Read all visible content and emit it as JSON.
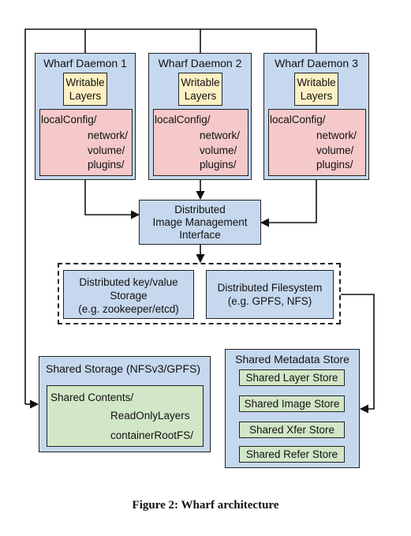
{
  "daemons": [
    {
      "title": "Wharf Daemon 1",
      "writable": [
        "Writable",
        "Layers"
      ],
      "config_root": "localConfig/",
      "config_items": [
        "network/",
        "volume/",
        "plugins/"
      ]
    },
    {
      "title": "Wharf Daemon 2",
      "writable": [
        "Writable",
        "Layers"
      ],
      "config_root": "localConfig/",
      "config_items": [
        "network/",
        "volume/",
        "plugins/"
      ]
    },
    {
      "title": "Wharf Daemon 3",
      "writable": [
        "Writable",
        "Layers"
      ],
      "config_root": "localConfig/",
      "config_items": [
        "network/",
        "volume/",
        "plugins/"
      ]
    }
  ],
  "interface": {
    "lines": [
      "Distributed",
      "Image Management",
      "Interface"
    ]
  },
  "kv_storage": {
    "lines": [
      "Distributed key/value",
      "Storage",
      "(e.g. zookeeper/etcd)"
    ]
  },
  "filesystem": {
    "lines": [
      "Distributed Filesystem",
      "(e.g. GPFS, NFS)"
    ]
  },
  "shared_storage": {
    "title": "Shared Storage (NFSv3/GPFS)",
    "contents_root": "Shared Contents/",
    "contents_items": [
      "ReadOnlyLayers",
      "containerRootFS/"
    ]
  },
  "metadata_store": {
    "title": "Shared Metadata Store",
    "items": [
      "Shared Layer Store",
      "Shared Image Store",
      "Shared Xfer Store",
      "Shared Refer Store"
    ]
  },
  "caption": "Figure 2: Wharf architecture",
  "colors": {
    "daemon_fill": "#c6d8ee",
    "writable_fill": "#fdf0c4",
    "config_fill": "#f5c9c9",
    "shared_fill": "#d2e7c7"
  }
}
